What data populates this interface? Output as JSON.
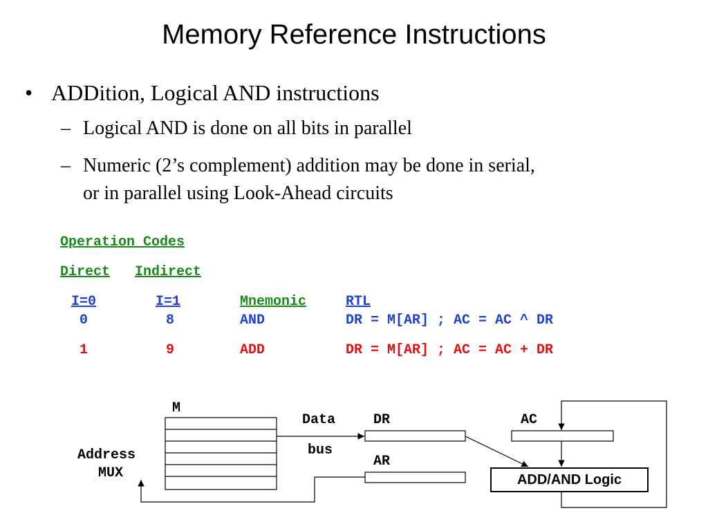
{
  "title": "Memory Reference Instructions",
  "bullet": {
    "marker": "•",
    "text": "ADDition, Logical AND instructions",
    "subs": [
      {
        "marker": "–",
        "text": "Logical AND is done on all bits in parallel"
      },
      {
        "marker": "–",
        "line1": "Numeric (2’s complement) addition may be done in serial,",
        "line2": "or in parallel using Look-Ahead circuits"
      }
    ]
  },
  "opcodes": {
    "heading": "Operation Codes",
    "direct": "Direct",
    "indirect": "Indirect",
    "columns": {
      "i0": "I=0",
      "i1": "I=1",
      "mnemonic": "Mnemonic",
      "rtl": "RTL"
    },
    "rows": [
      {
        "direct": "0",
        "indirect": "8",
        "mnemonic": "AND",
        "rtl": "DR = M[AR] ; AC = AC ^ DR",
        "color": "#1f3fd0"
      },
      {
        "direct": "1",
        "indirect": "9",
        "mnemonic": "ADD",
        "rtl": "DR = M[AR] ; AC = AC + DR",
        "color": "#e01010"
      }
    ]
  },
  "diagram": {
    "memory_label": "M",
    "data_label": "Data",
    "bus_label": "bus",
    "dr_label": "DR",
    "ac_label": "AC",
    "ar_label": "AR",
    "address_label": "Address",
    "mux_label": "MUX",
    "logic_label": "ADD/AND Logic"
  }
}
